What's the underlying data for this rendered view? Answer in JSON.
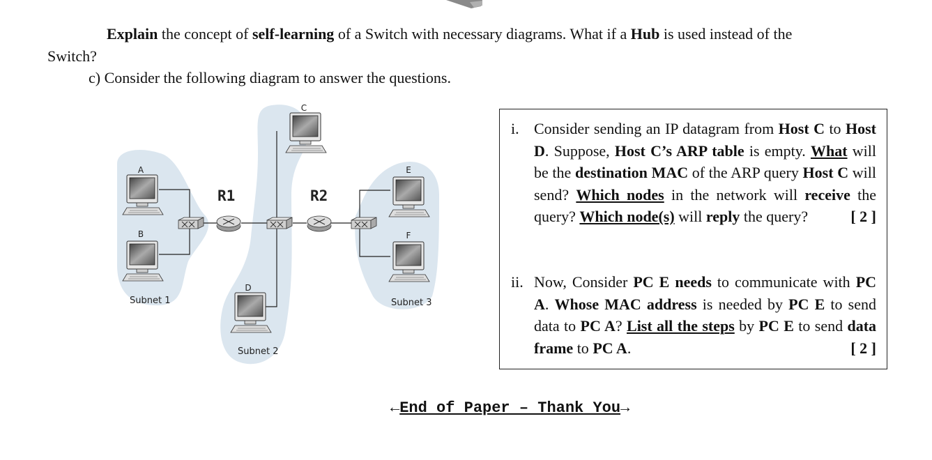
{
  "question": {
    "p1": "Explain",
    "p2": " the concept of ",
    "p3": "self-learning",
    "p4": " of a Switch with necessary diagrams. What if a ",
    "p5": "Hub",
    "p6": " is used instead of the",
    "line2": "Switch?",
    "line3": "c) Consider the following diagram to answer the questions."
  },
  "diagram": {
    "router1": "R1",
    "router2": "R2",
    "host_a": "A",
    "host_b": "B",
    "host_c": "C",
    "host_d": "D",
    "host_e": "E",
    "host_f": "F",
    "subnet1": "Subnet 1",
    "subnet2": "Subnet 2",
    "subnet3": "Subnet 3"
  },
  "questions": {
    "i_num": "i.",
    "i_s1": "Consider sending an IP datagram from ",
    "i_s2": "Host C",
    "i_s3": " to ",
    "i_s4": "Host D",
    "i_s5": ". Suppose, ",
    "i_s6": "Host C’s ARP table",
    "i_s7": " is empty. ",
    "i_s8": "What",
    "i_s9": " will be the ",
    "i_s10": "destination MAC",
    "i_s11": " of the ARP query ",
    "i_s12": "Host C",
    "i_s13": " will send? ",
    "i_s14": "Which nodes",
    "i_s15": " in the network will ",
    "i_s16": "receive",
    "i_s17": " the query? ",
    "i_s18": "Which node(s)",
    "i_s19": " will ",
    "i_s20": "reply",
    "i_s21": " the query?",
    "i_marks": "[ 2 ]",
    "ii_num": "ii.",
    "ii_s1": "Now, Consider ",
    "ii_s2": "PC E",
    "ii_s3": " ",
    "ii_s4": "needs",
    "ii_s5": " to communicate with ",
    "ii_s6": "PC A",
    "ii_s7": ". ",
    "ii_s8": "Whose MAC address",
    "ii_s9": " is needed by ",
    "ii_s10": "PC E",
    "ii_s11": " to send data to ",
    "ii_s12": "PC A",
    "ii_s13": "? ",
    "ii_s14": "List all the steps",
    "ii_s15": " by ",
    "ii_s16": "PC E",
    "ii_s17": " to send ",
    "ii_s18": "data frame",
    "ii_s19": " to ",
    "ii_s20": "PC A",
    "ii_s21": ".",
    "ii_marks": "[ 2 ]"
  },
  "footer": {
    "left_arrow": "←",
    "text": "End of Paper – Thank You",
    "right_arrow": "→"
  }
}
